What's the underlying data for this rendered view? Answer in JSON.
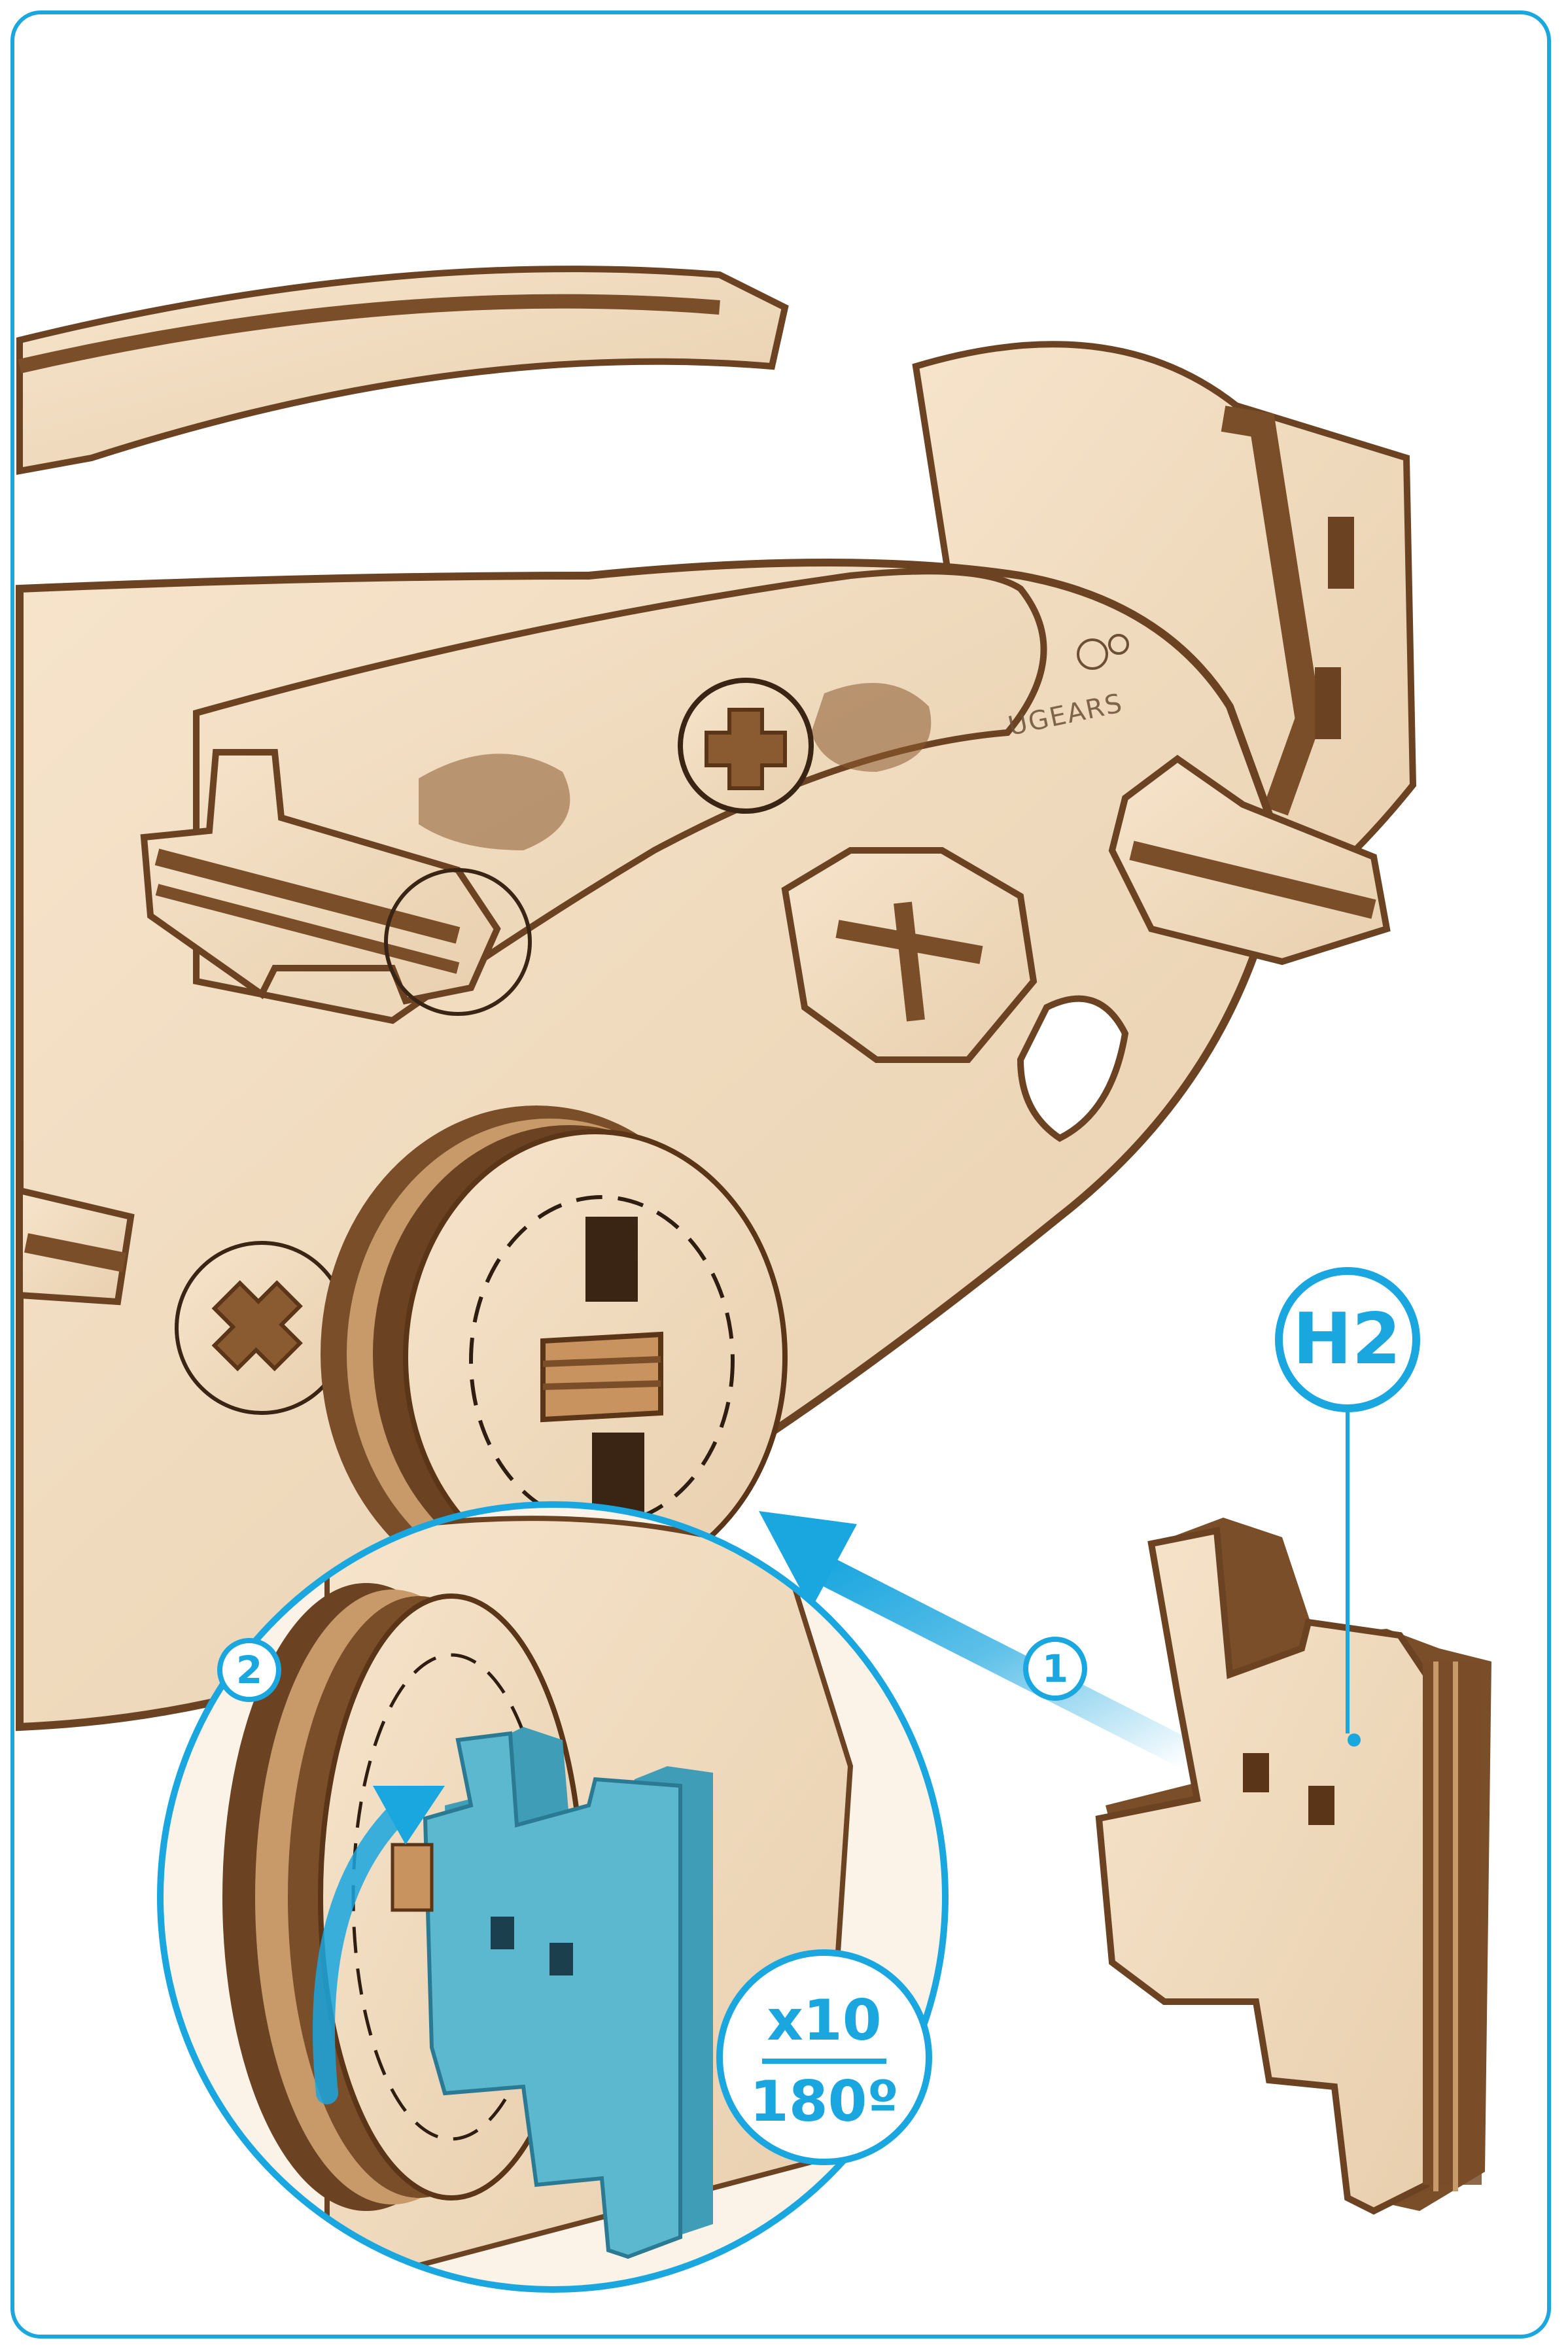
{
  "part_label": "H2",
  "steps": [
    "1",
    "2"
  ],
  "quantity": "x10",
  "rotation": "180º",
  "engraving": "UGEARS",
  "colors": {
    "accent": "#1aa6df",
    "wood": "#f2dcc0",
    "wood_edge": "#7a4e28",
    "highlight_part": "#5bb8cf"
  }
}
